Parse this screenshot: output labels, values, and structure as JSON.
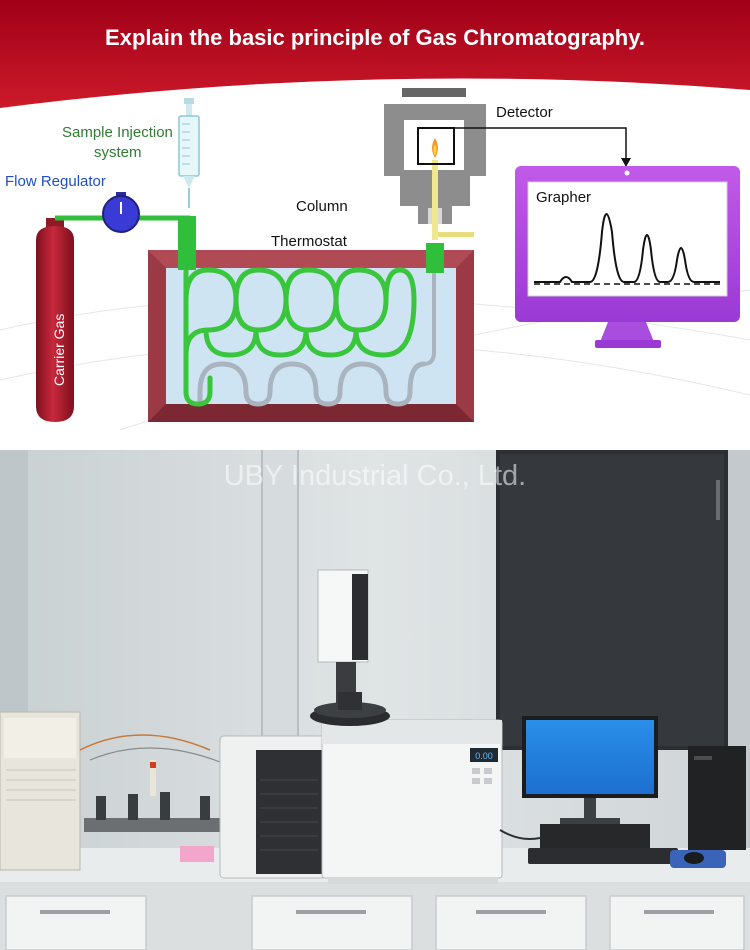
{
  "diagram": {
    "title": "Explain the basic principle of Gas Chromatography.",
    "labels": {
      "sample_injection_line1": "Sample Injection",
      "sample_injection_line2": "system",
      "flow_regulator": "Flow Regulator",
      "carrier_gas": "Carrier Gas",
      "column": "Column",
      "thermostat": "Thermostat",
      "detector": "Detector",
      "grapher": "Grapher"
    },
    "colors": {
      "banner_red": "#b3001b",
      "column_green": "#33cc33",
      "cylinder_red": "#b01c2e",
      "regulator_blue": "#3a3ad6",
      "thermostat_frame": "#9b3a45",
      "thermostat_inner": "#cfe4f2",
      "monitor_purple": "#b14be0",
      "detector_gray": "#8d8d8d"
    }
  },
  "photo": {
    "watermark": "UBY Industrial Co., Ltd.",
    "instrument_screen_text": "0.00"
  }
}
